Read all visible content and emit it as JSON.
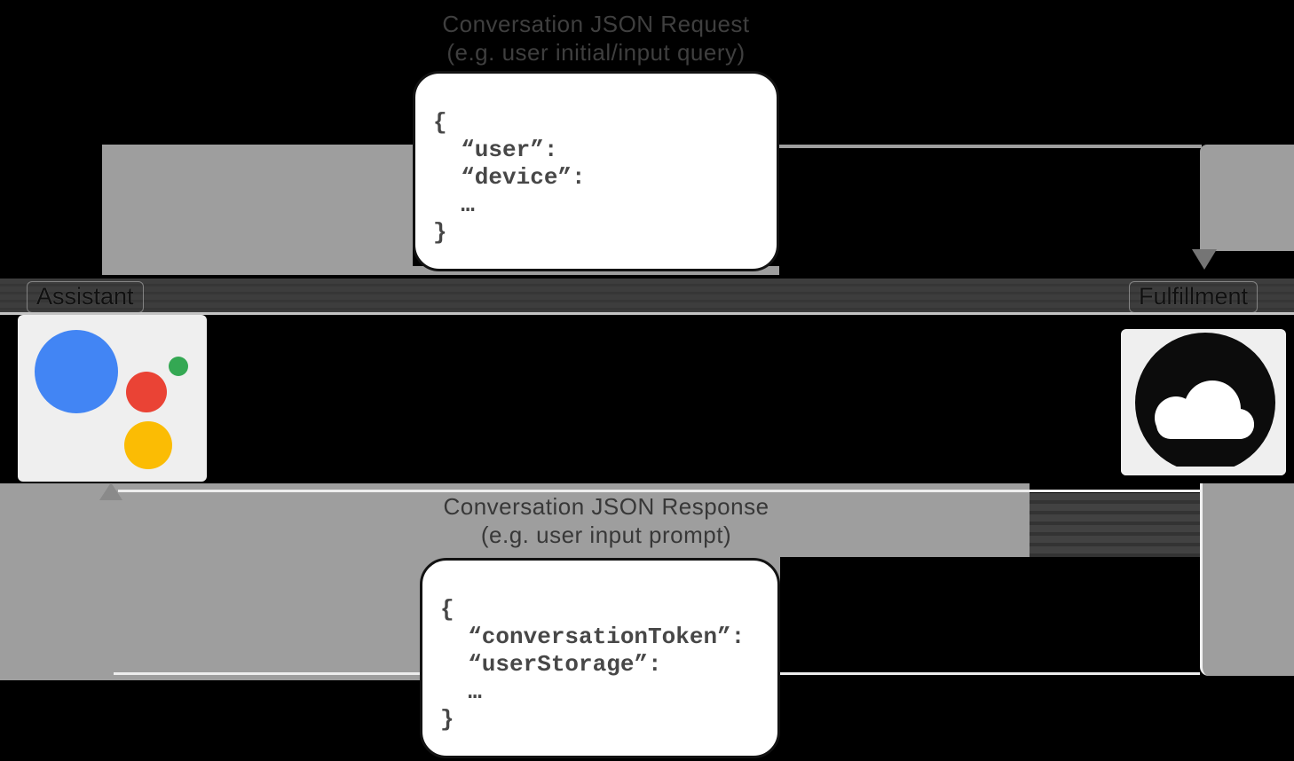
{
  "diagram": {
    "request": {
      "title": "Conversation JSON Request",
      "subtitle": "(e.g. user initial/input query)",
      "json_lines": [
        "{",
        "  “user”:",
        "  “device”:",
        "  …",
        "}"
      ]
    },
    "response": {
      "title": "Conversation JSON Response",
      "subtitle": "(e.g. user input prompt)",
      "json_lines": [
        "{",
        "  “conversationToken”:",
        "  “userStorage”:",
        "  …",
        "}"
      ]
    },
    "endpoints": {
      "assistant_label": "Assistant",
      "fulfillment_label": "Fulfillment"
    },
    "icons": {
      "assistant": "google-assistant-logo-icon",
      "fulfillment": "cloud-icon",
      "request_arrow": "arrow-down-icon",
      "response_arrow": "arrow-up-icon"
    },
    "colors": {
      "background": "#000000",
      "arrow_gray": "#9e9e9e",
      "band_dark": "#3a3a3a",
      "panel_light": "#efefef",
      "box_border": "#131313",
      "json_text": "#474747",
      "title_text": "#3f3f3f",
      "assistant_blue": "#4285f4",
      "assistant_red": "#ea4335",
      "assistant_green": "#34a853",
      "assistant_yellow": "#fbbc04",
      "cloud_circle_black": "#0c0c0c"
    }
  }
}
